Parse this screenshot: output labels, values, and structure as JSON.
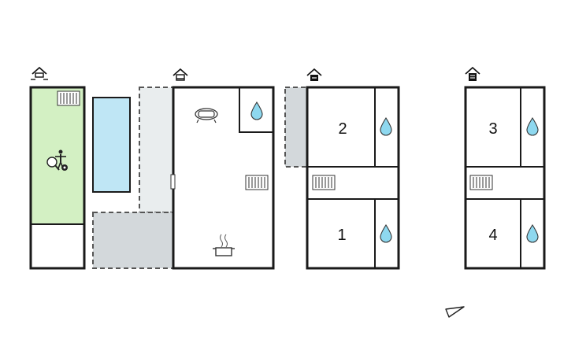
{
  "rooms": {
    "r1": "1",
    "r2": "2",
    "r3": "3",
    "r4": "4"
  },
  "colors": {
    "wall": "#1a1a1a",
    "garden": "#d3f0c3",
    "pool": "#bfe6f5",
    "terrace": "#d3d8db",
    "path": "#e9edee",
    "water_drop": "#8ed8ef"
  },
  "icons": {
    "floor_level": "house-level-icon",
    "radiator": "radiator-icon",
    "water": "water-drop-icon",
    "sofa": "sofa-icon",
    "cooking": "cooking-pot-icon",
    "table_tennis": "table-tennis-icon",
    "grill": "grill-icon",
    "north": "north-arrow-icon"
  }
}
